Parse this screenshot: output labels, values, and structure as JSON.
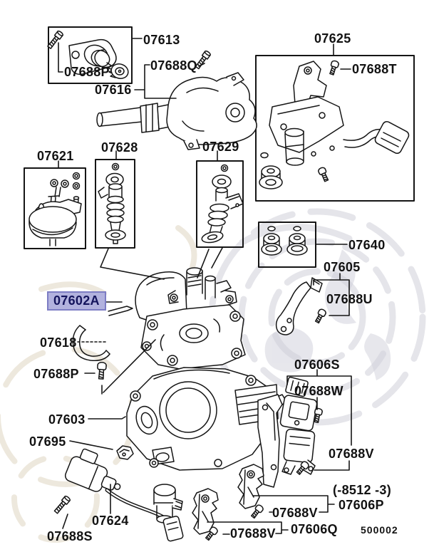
{
  "page": {
    "background": "#ffffff"
  },
  "highlight": {
    "part_no": "07602A",
    "bg": "#b2b2de",
    "border": "#7d7dc4",
    "text": "#14145c"
  },
  "note": "(-8512 -3)",
  "footer": {
    "catalog_code": "500002"
  },
  "labels": [
    {
      "text": "07613"
    },
    {
      "text": "07688P"
    },
    {
      "text": "07616"
    },
    {
      "text": "07688Q"
    },
    {
      "text": "07625"
    },
    {
      "text": "07688T"
    },
    {
      "text": "07621"
    },
    {
      "text": "07628"
    },
    {
      "text": "07629"
    },
    {
      "text": "07640"
    },
    {
      "text": "07605"
    },
    {
      "text": "07688U"
    },
    {
      "text": "07618"
    },
    {
      "text": "07688P"
    },
    {
      "text": "07603"
    },
    {
      "text": "07695"
    },
    {
      "text": "07606S"
    },
    {
      "text": "07688W"
    },
    {
      "text": "07688V"
    },
    {
      "text": "07624"
    },
    {
      "text": "07688S"
    },
    {
      "text": "07688V"
    },
    {
      "text": "07606P"
    },
    {
      "text": "07688V"
    },
    {
      "text": "07606Q"
    }
  ]
}
